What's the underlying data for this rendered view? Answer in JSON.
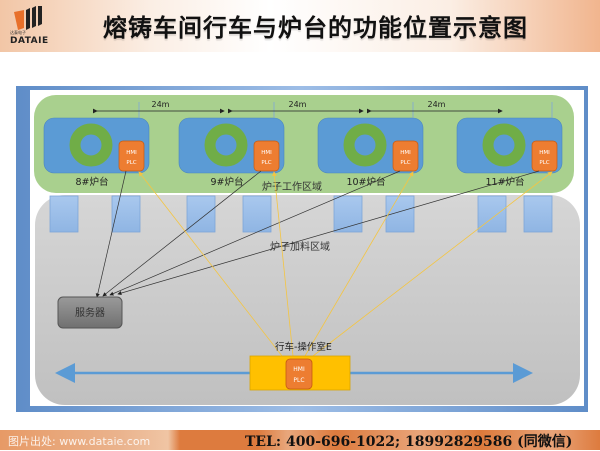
{
  "header": {
    "logo_small_text": "达泰电子",
    "logo_text": "DATAIE",
    "title": "熔铸车间行车与炉台的功能位置示意图"
  },
  "diagram": {
    "work_zone_label": "炉子工作区域",
    "feed_zone_label": "炉子加料区域",
    "spacing_label": "24m",
    "furnaces": [
      {
        "label": "8#炉台",
        "panel_line1": "HMI",
        "panel_line2": "PLC"
      },
      {
        "label": "9#炉台",
        "panel_line1": "HMI",
        "panel_line2": "PLC"
      },
      {
        "label": "10#炉台",
        "panel_line1": "HMI",
        "panel_line2": "PLC"
      },
      {
        "label": "11#炉台",
        "panel_line1": "HMI",
        "panel_line2": "PLC"
      }
    ],
    "spacings": [
      "24m",
      "24m",
      "24m"
    ],
    "server_label": "服务器",
    "crane_label": "行车-操作室E",
    "crane_panel_line1": "HMI",
    "crane_panel_line2": "PLC",
    "colors": {
      "work_zone": "#a9d08e",
      "feed_zone": "#c8c8c8",
      "furnace_body": "#5b9bd5",
      "furnace_ring": "#70ad47",
      "panel": "#ed7d31",
      "crane_cab": "#ffc000",
      "server": "#7f7f7f",
      "link_black": "#333333",
      "link_yellow": "#f4c542",
      "rail": "#5b9bd5",
      "frame": "#7ea6d8"
    }
  },
  "footer": {
    "source": "图片出处: www.dataie.com",
    "tel": "TEL: 400-696-1022; 18992829586 (同微信)"
  }
}
